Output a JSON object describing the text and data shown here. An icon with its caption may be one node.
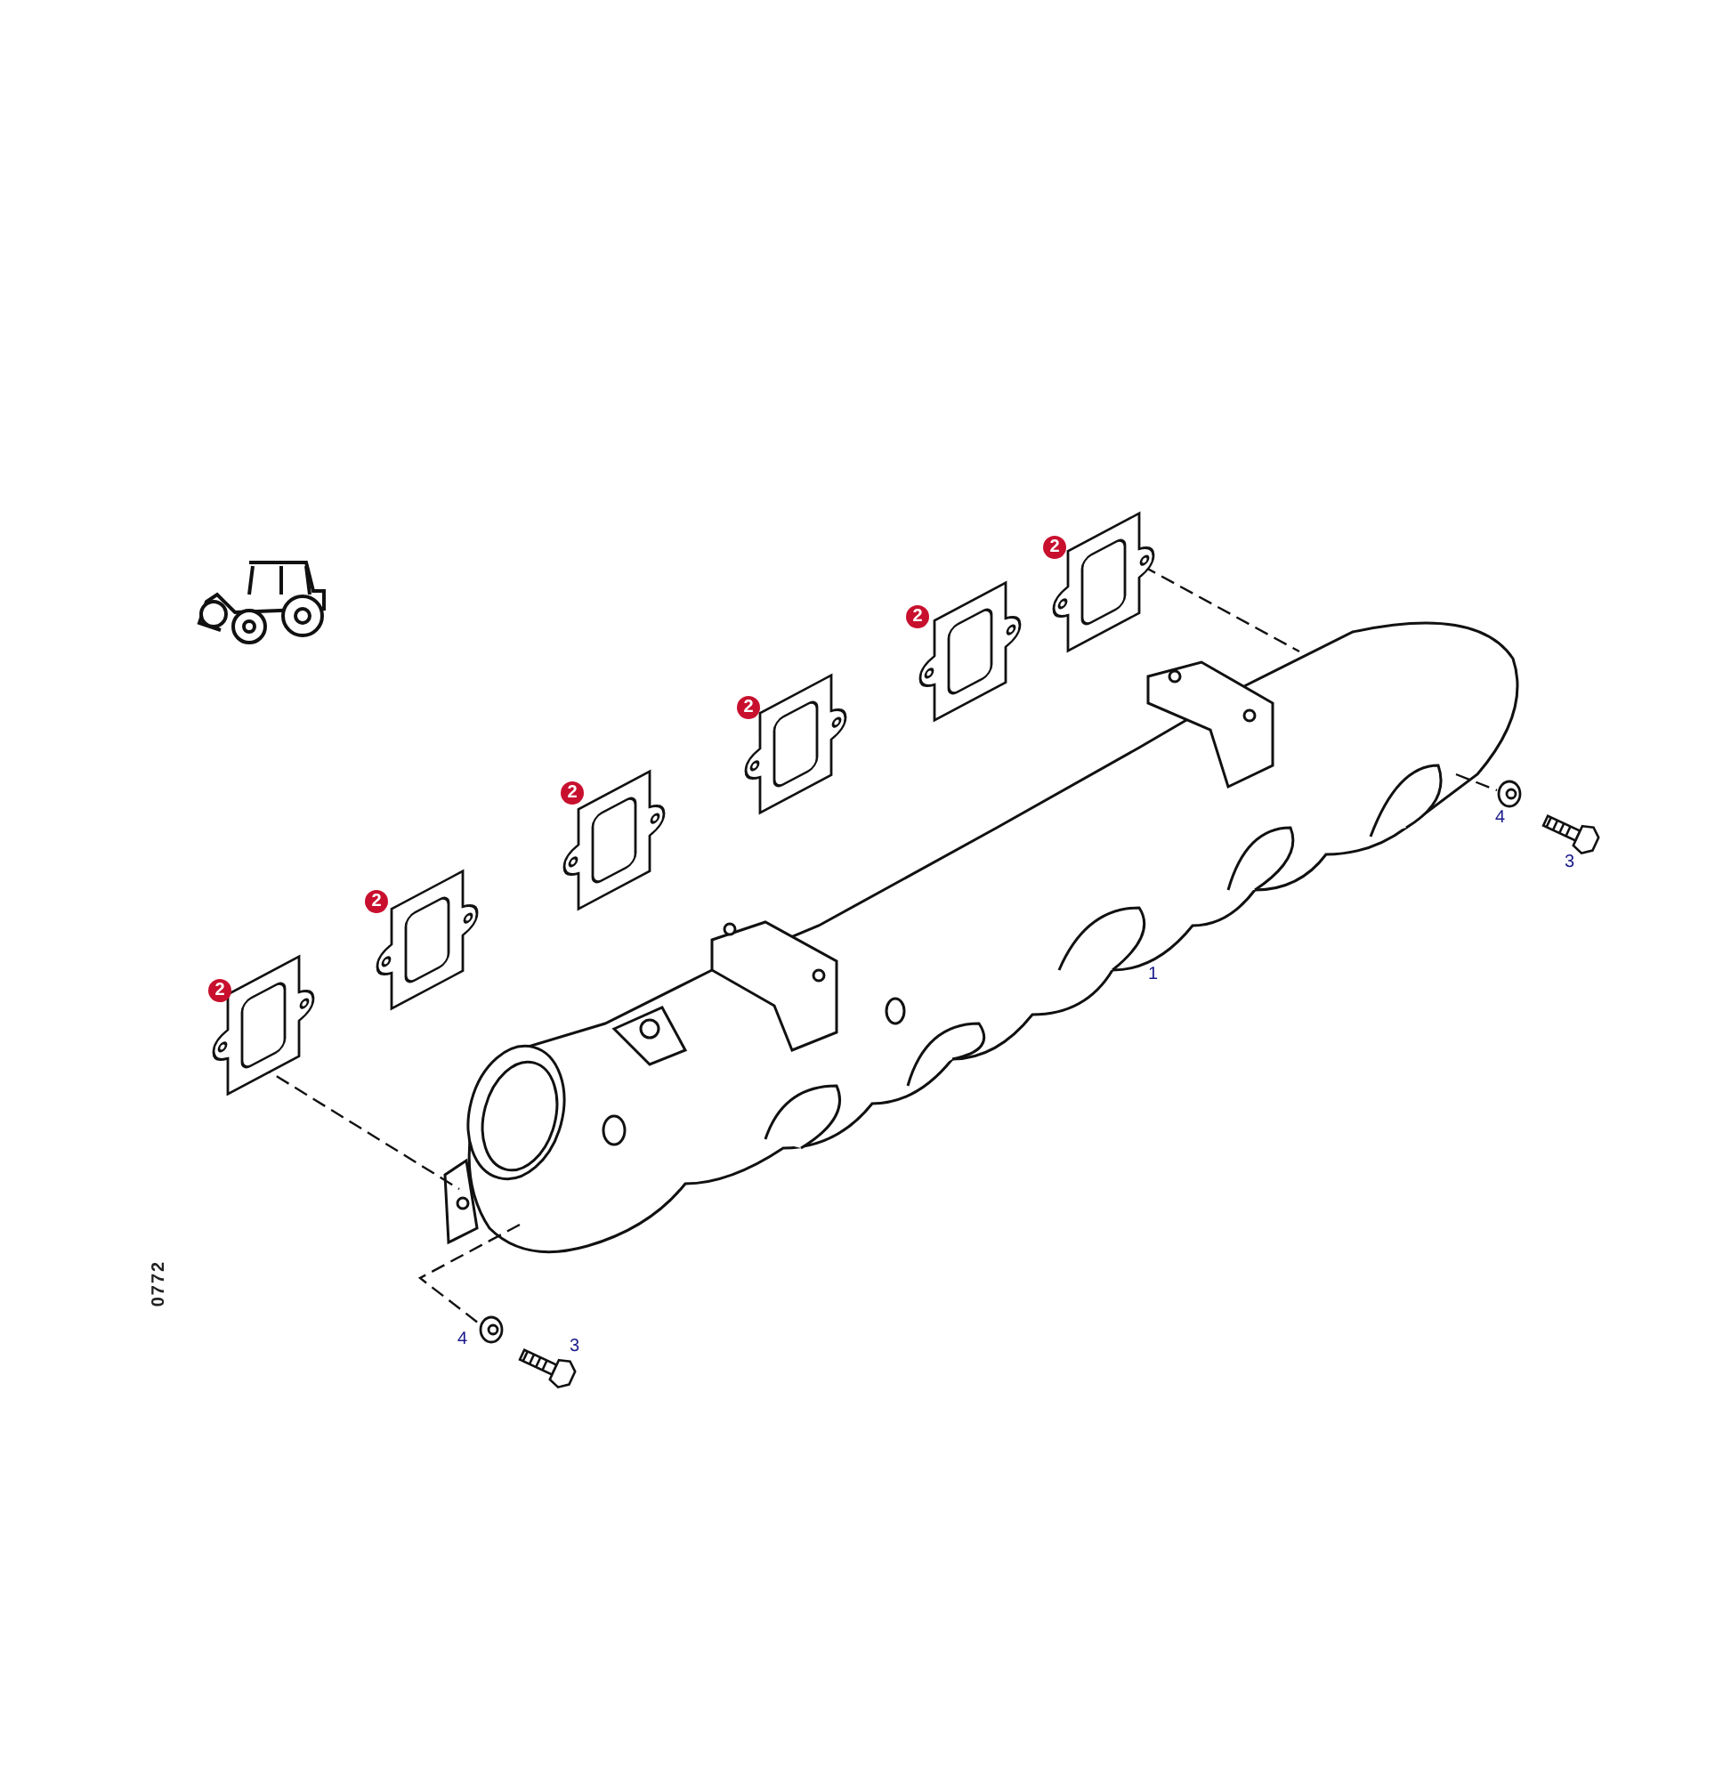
{
  "diagram": {
    "labels": [
      "2",
      "2",
      "2",
      "2",
      "2",
      "2",
      "1",
      "4",
      "3",
      "4",
      "3",
      "0772"
    ]
  }
}
